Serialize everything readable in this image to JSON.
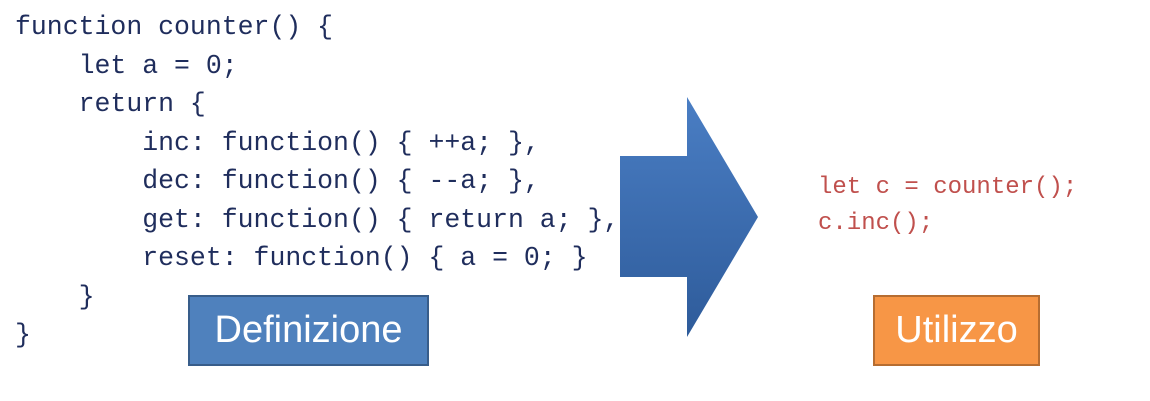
{
  "definition_code": [
    "function counter() {",
    "    let a = 0;",
    "    return {",
    "        inc: function() { ++a; },",
    "        dec: function() { --a; },",
    "        get: function() { return a; },",
    "        reset: function() { a = 0; }",
    "    }",
    "}"
  ],
  "usage_code": [
    "let c = counter();",
    "c.inc();"
  ],
  "labels": {
    "definition": "Definizione",
    "usage": "Utilizzo"
  },
  "colors": {
    "code_text": "#1f2d5c",
    "usage_text": "#c0504d",
    "definition_box": "#4f81bd",
    "usage_box": "#f79646",
    "arrow_top": "#4a7ec4",
    "arrow_bottom": "#2e5b9a"
  }
}
